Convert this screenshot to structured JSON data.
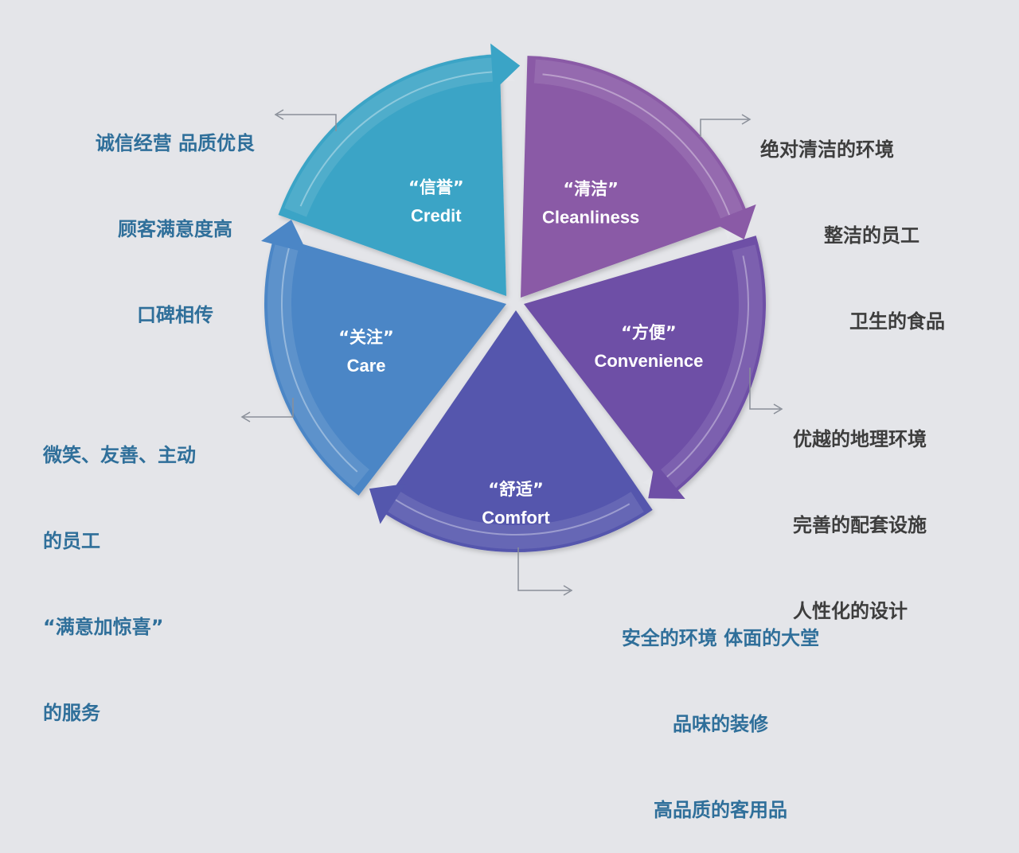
{
  "colors": {
    "credit": "#3aa4c6",
    "cleanliness": "#8a5aa6",
    "convenience": "#6e4fa6",
    "comfort": "#5457ad",
    "care": "#4b86c6",
    "note_blue": "#2f6f9a",
    "note_dark": "#3d3d3d",
    "connector": "#8a8f99"
  },
  "segments": [
    {
      "key": "credit",
      "cn": "“信誉”",
      "en": "Credit"
    },
    {
      "key": "cleanliness",
      "cn": "“清洁”",
      "en": "Cleanliness"
    },
    {
      "key": "convenience",
      "cn": "“方便”",
      "en": "Convenience"
    },
    {
      "key": "comfort",
      "cn": "“舒适”",
      "en": "Comfort"
    },
    {
      "key": "care",
      "cn": "“关注”",
      "en": "Care"
    }
  ],
  "notes": {
    "credit": [
      "诚信经营 品质优良",
      "顾客满意度高",
      "口碑相传"
    ],
    "cleanliness": [
      "绝对清洁的环境",
      "整洁的员工",
      "卫生的食品"
    ],
    "convenience": [
      "优越的地理环境",
      "完善的配套设施",
      "人性化的设计"
    ],
    "comfort": [
      "安全的环境 体面的大堂",
      "品味的装修",
      "高品质的客用品"
    ],
    "care": [
      "微笑、友善、主动",
      "的员工",
      "“满意加惊喜”",
      "的服务"
    ]
  }
}
